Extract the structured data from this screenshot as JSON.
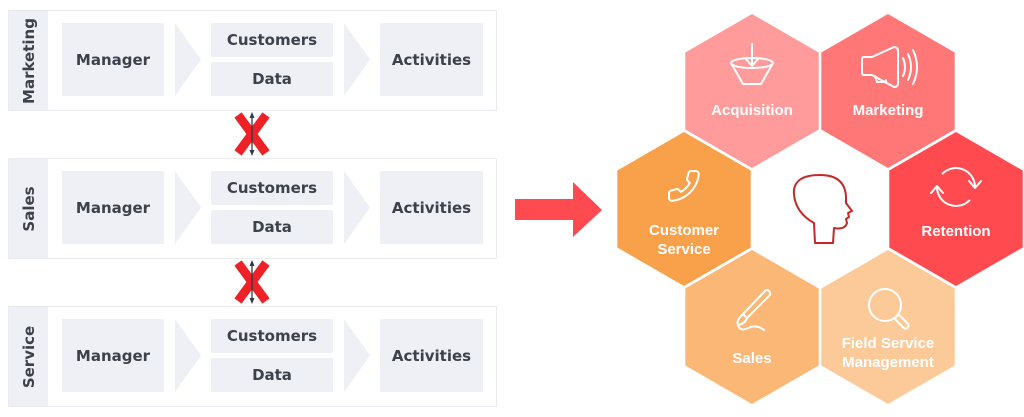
{
  "left_diagram": {
    "swimlanes": [
      {
        "label": "Marketing",
        "manager": "Manager",
        "customers": "Customers",
        "data": "Data",
        "activities": "Activities"
      },
      {
        "label": "Sales",
        "manager": "Manager",
        "customers": "Customers",
        "data": "Data",
        "activities": "Activities"
      },
      {
        "label": "Service",
        "manager": "Manager",
        "customers": "Customers",
        "data": "Data",
        "activities": "Activities"
      }
    ],
    "barriers": [
      {
        "between": [
          "Marketing",
          "Sales"
        ],
        "symbol": "blocked-x-icon"
      },
      {
        "between": [
          "Sales",
          "Service"
        ],
        "symbol": "blocked-x-icon"
      }
    ],
    "box_color": "#EEF0F5",
    "text_color": "#3C414B",
    "barrier_color": "#EE2127",
    "barrier_arrow_color": "#2F3A45"
  },
  "transition_arrow": {
    "icon": "arrow-right-icon",
    "color": "#FF4B4F"
  },
  "right_diagram": {
    "center": {
      "icon": "head-profile-icon",
      "color": "#C62828"
    },
    "hexes": [
      {
        "key": "acquisition",
        "label_lines": [
          "Acquisition"
        ],
        "icon": "funnel-icon",
        "color": "#FF9B9B"
      },
      {
        "key": "marketing",
        "label_lines": [
          "Marketing"
        ],
        "icon": "megaphone-icon",
        "color": "#FF7777"
      },
      {
        "key": "customer-service",
        "label_lines": [
          "Customer",
          "Service"
        ],
        "icon": "phone-icon",
        "color": "#F9A14A"
      },
      {
        "key": "retention",
        "label_lines": [
          "Retention"
        ],
        "icon": "refresh-cycle-icon",
        "color": "#FF4B4F"
      },
      {
        "key": "sales",
        "label_lines": [
          "Sales"
        ],
        "icon": "pen-icon",
        "color": "#FAB775"
      },
      {
        "key": "field-service-management",
        "label_lines": [
          "Field Service",
          "Management"
        ],
        "icon": "magnifier-icon",
        "color": "#FBCA98"
      }
    ]
  }
}
